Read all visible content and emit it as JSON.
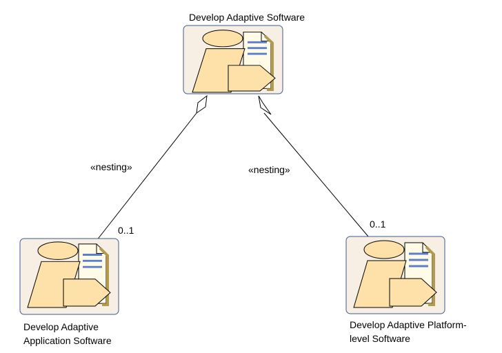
{
  "diagram": {
    "top_node": {
      "label": "Develop Adaptive Software"
    },
    "left_node": {
      "label_line1": "Develop Adaptive",
      "label_line2": "Application Software"
    },
    "right_node": {
      "label_line1": "Develop Adaptive Platform-",
      "label_line2": "level Software"
    },
    "left_edge": {
      "stereotype": "«nesting»",
      "multiplicity": "0..1"
    },
    "right_edge": {
      "stereotype": "«nesting»",
      "multiplicity": "0..1"
    },
    "colors": {
      "node_fill": "#f7efe3",
      "node_border": "#3b5b8f",
      "figure_fill": "#fde1a8",
      "doc_fill": "#fffbe6",
      "doc_border": "#b39a4e",
      "doc_lines": "#5b7fcf",
      "edge": "#000000"
    },
    "icon": "process-document-icon"
  }
}
